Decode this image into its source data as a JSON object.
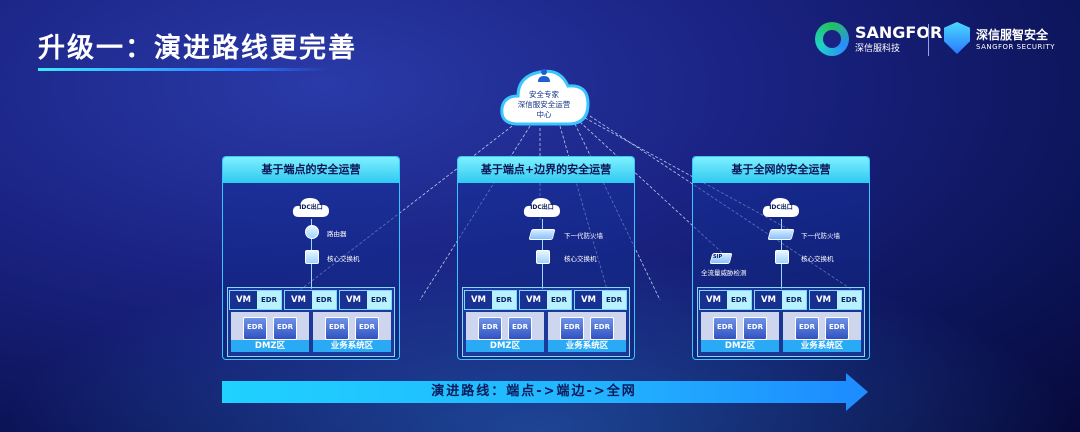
{
  "title": "升级一：演进路线更完善",
  "logos": {
    "brand1_name": "SANGFOR",
    "brand1_sub": "深信服科技",
    "brand2_name": "深信服智安全",
    "brand2_sub": "SANGFOR SECURITY"
  },
  "cloud": {
    "line1": "安全专家",
    "line2": "深信服安全运营",
    "line3": "中心"
  },
  "panels": [
    {
      "title": "基于端点的安全运营",
      "idc": "IDC出口",
      "dev1": "路由器",
      "dev2": "核心交换机",
      "vm_label": "VM",
      "edr_label": "EDR",
      "zone1": "DMZ区",
      "zone2": "业务系统区"
    },
    {
      "title": "基于端点+边界的安全运营",
      "idc": "IDC出口",
      "dev1": "下一代防火墙",
      "dev2": "核心交换机",
      "vm_label": "VM",
      "edr_label": "EDR",
      "zone1": "DMZ区",
      "zone2": "业务系统区"
    },
    {
      "title": "基于全网的安全运营",
      "idc": "IDC出口",
      "dev1": "下一代防火墙",
      "dev2": "核心交换机",
      "dev3": "全流量威胁检测",
      "sip": "SIP",
      "vm_label": "VM",
      "edr_label": "EDR",
      "zone1": "DMZ区",
      "zone2": "业务系统区"
    }
  ],
  "roadmap": "演进路线：端点->端边->全网"
}
